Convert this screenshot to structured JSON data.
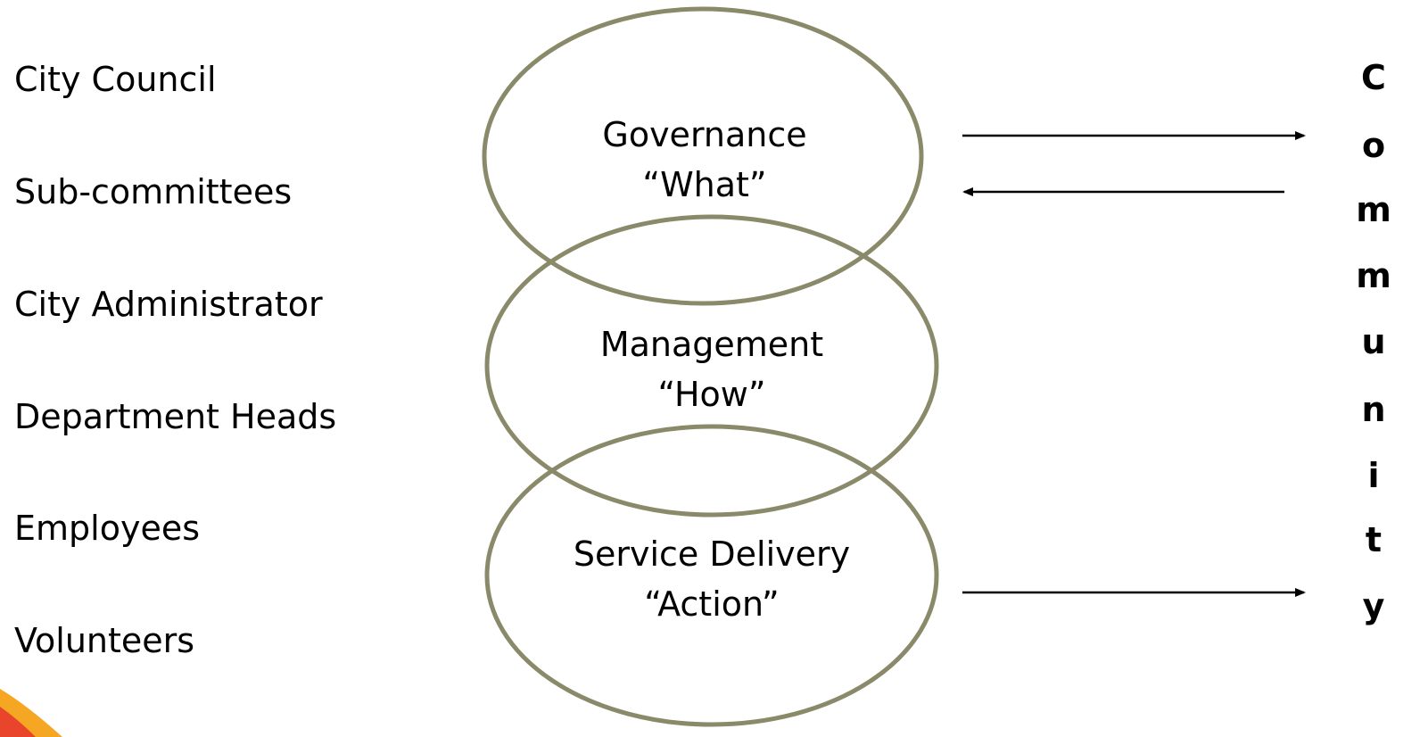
{
  "left_labels": [
    "City Council",
    "Sub-committees",
    "City Administrator",
    "Department Heads",
    "Employees",
    "Volunteers"
  ],
  "ellipses": [
    {
      "title": "Governance",
      "subtitle": "“What”"
    },
    {
      "title": "Management",
      "subtitle": "“How”"
    },
    {
      "title": "Service Delivery",
      "subtitle": "“Action”"
    }
  ],
  "community_letters": [
    "C",
    "o",
    "m",
    "m",
    "u",
    "n",
    "i",
    "t",
    "y"
  ],
  "colors": {
    "ellipse_stroke": "#8a8a6a",
    "arrow": "#000000",
    "corner_accent_orange": "#f39c24",
    "corner_accent_red": "#e8452c"
  }
}
